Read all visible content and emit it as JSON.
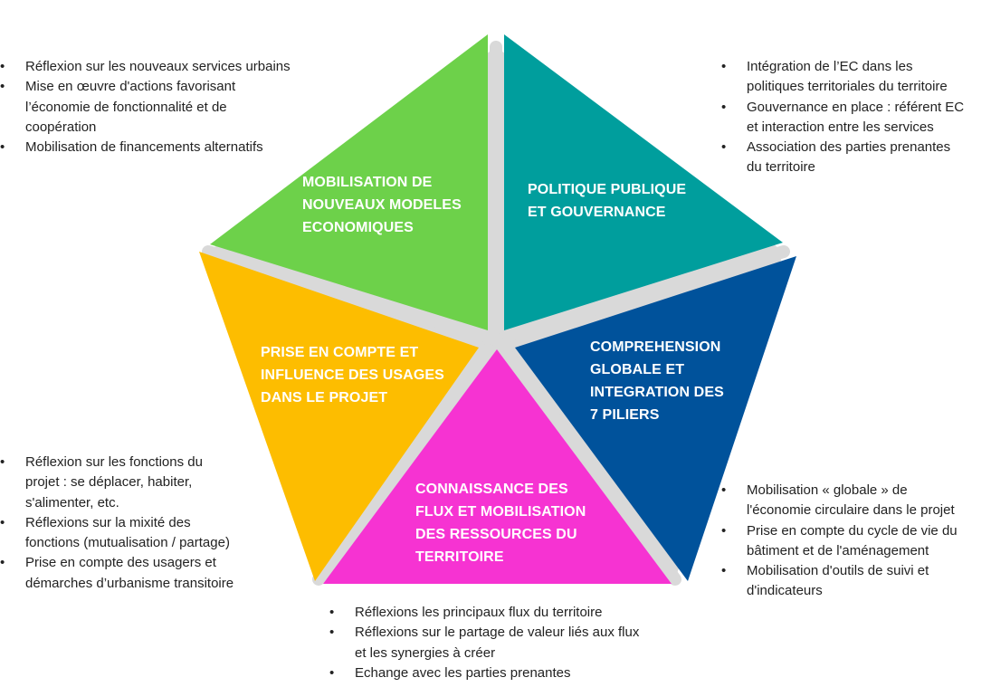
{
  "colors": {
    "green": "#6dd14a",
    "teal": "#009e9d",
    "blue": "#00529b",
    "magenta": "#f633d2",
    "yellow": "#fdbd00",
    "gray": "#d9d9d9"
  },
  "segments": {
    "green": {
      "title": [
        "MOBILISATION DE",
        "NOUVEAUX MODELES",
        "ECONOMIQUES"
      ]
    },
    "teal": {
      "title": [
        "POLITIQUE PUBLIQUE",
        "ET GOUVERNANCE"
      ]
    },
    "yellow": {
      "title": [
        "PRISE EN COMPTE ET",
        "INFLUENCE DES USAGES",
        "DANS LE PROJET"
      ]
    },
    "blue": {
      "title": [
        "COMPREHENSION",
        "GLOBALE ET",
        "INTEGRATION DES",
        "7 PILIERS"
      ]
    },
    "magenta": {
      "title": [
        "CONNAISSANCE DES",
        "FLUX ET MOBILISATION",
        "DES RESSOURCES DU",
        "TERRITOIRE"
      ]
    }
  },
  "bullets": {
    "top_left": [
      [
        "Réflexion sur les nouveaux services urbains"
      ],
      [
        "Mise en œuvre d'actions favorisant",
        "l’économie de fonctionnalité et de",
        "coopération"
      ],
      [
        "Mobilisation de financements alternatifs"
      ]
    ],
    "top_right": [
      [
        "Intégration de l’EC dans les",
        "politiques territoriales du territoire"
      ],
      [
        "Gouvernance en place : référent EC",
        "et interaction entre les services"
      ],
      [
        "Association des parties prenantes",
        "du territoire"
      ]
    ],
    "mid_left": [
      [
        "Réflexion sur les fonctions du",
        "projet :  se déplacer, habiter,",
        "s'alimenter, etc."
      ],
      [
        "Réflexions sur la mixité des",
        "fonctions (mutualisation / partage)"
      ],
      [
        "Prise en compte des usagers et",
        "démarches d’urbanisme transitoire"
      ]
    ],
    "mid_right": [
      [
        "Mobilisation « globale » de",
        "l'économie circulaire dans le projet"
      ],
      [
        "Prise en compte du cycle de vie du",
        "bâtiment et de l'aménagement"
      ],
      [
        "Mobilisation d'outils de suivi et",
        "d'indicateurs"
      ]
    ],
    "bottom": [
      [
        "Réflexions les principaux flux du territoire"
      ],
      [
        "Réflexions sur le partage de valeur liés aux flux",
        "et les synergies à créer"
      ],
      [
        "Echange avec les parties prenantes"
      ]
    ]
  }
}
